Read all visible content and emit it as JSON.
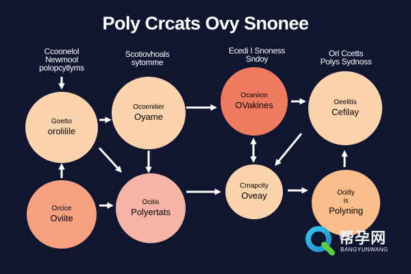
{
  "diagram": {
    "title": "Poly Crcats  Ovy Snonee",
    "labels": [
      {
        "id": "label-top-left",
        "lines": [
          "Ccoonelol",
          "Newmool",
          "polopcytlyms"
        ]
      },
      {
        "id": "label-top-center",
        "lines": [
          "Scotiovhoals",
          "sytomme"
        ]
      },
      {
        "id": "label-top-right-center",
        "lines": [
          "Ecedi I Snoness",
          "Sndoy"
        ]
      },
      {
        "id": "label-top-right",
        "lines": [
          "Orl Ccetts",
          "Polys Sydnoss"
        ]
      }
    ],
    "nodes": [
      {
        "id": "node-ocitle",
        "line1": "Goetto",
        "line2": "orolilile",
        "fill": "#fbd3ad"
      },
      {
        "id": "node-oyame",
        "line1": "Ocoenitier",
        "line2": "Oyame",
        "fill": "#fbd3ad"
      },
      {
        "id": "node-ovakines",
        "line1": "Ocaniion",
        "line2": "OVakines",
        "fill": "#f07a60"
      },
      {
        "id": "node-cefilay",
        "line1": "Oeelitis",
        "line2": "Cefilay",
        "fill": "#fbd3ad"
      },
      {
        "id": "node-oviite",
        "line1": "Orcice",
        "line2": "Oviite",
        "fill": "#f5a17f"
      },
      {
        "id": "node-polyertats",
        "line1": "Ocitis",
        "line2": "Polyertats",
        "fill": "#f7b3a6"
      },
      {
        "id": "node-oveay",
        "line1": "Cmapcity",
        "line2": "Oveay",
        "fill": "#fbd3ad"
      },
      {
        "id": "node-polyning",
        "line1": "Ooitly\nis",
        "line2": "Polyning",
        "fill": "#f9bd8b"
      }
    ],
    "colors": {
      "background": "#101530",
      "arrow": "#ffffff"
    }
  },
  "watermark": {
    "text": "帮孕网",
    "subtext": "BANGYUNWANG",
    "icon": "magnifier-q-logo-icon"
  }
}
